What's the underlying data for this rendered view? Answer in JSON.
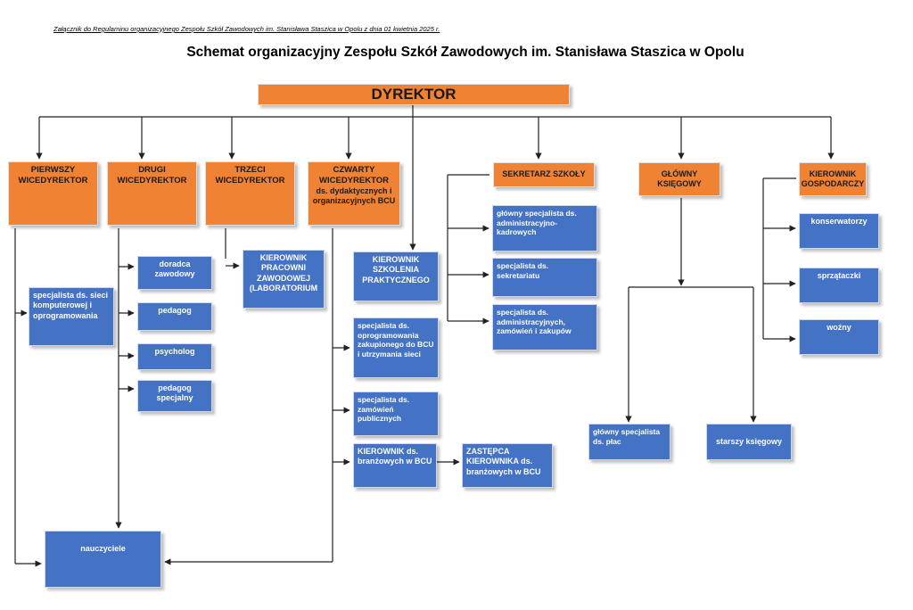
{
  "header": {
    "annex_note": "Załącznik do Regulaminu organizacyjnego Zespołu Szkół Zawodowych im. Stanisława Staszica w Opolu z dnia 01 kwietnia 2025 r.",
    "title": "Schemat organizacyjny Zespołu Szkół Zawodowych im. Stanisława Staszica w Opolu"
  },
  "colors": {
    "managerial": "#f08234",
    "staff": "#4472c4",
    "connector": "#222222"
  },
  "units": {
    "director": "DYREKTOR",
    "vp1": "PIERWSZY WICEDYREKTOR",
    "vp2": "DRUGI WICEDYREKTOR",
    "vp3": "TRZECI WICEDYREKTOR",
    "vp4_title": "CZWARTY WICEDYREKTOR",
    "vp4_sub": "ds. dydaktycznych i organizacyjnych BCU",
    "secretary": "SEKRETARZ SZKOŁY",
    "accountant": "GŁÓWNY KSIĘGOWY",
    "admin_manager": "KIEROWNIK GOSPODARCZY",
    "network_specialist": "specjalista ds. sieci komputerowej i oprogramowania",
    "career_advisor": "doradca zawodowy",
    "pedagogue": "pedagog",
    "psychologist": "psycholog",
    "special_pedagogue": "pedagog specjalny",
    "lab_manager": "KIEROWNIK PRACOWNI ZAWODOWEJ (LABORATORIUM",
    "training_manager": "KIEROWNIK SZKOLENIA PRAKTYCZNEGO",
    "software_specialist": "specjalista ds. oprogramowania zakupionego do BCU i utrzymania sieci",
    "procurement_specialist": "specjalista ds. zamówień publicznych",
    "industry_manager": "KIEROWNIK ds. branżowych w BCU",
    "deputy_industry_manager": "ZASTĘPCA KIEROWNIKA ds. branżowych w BCU",
    "hr_specialist": "główny specjalista ds. administracyjno-kadrowych",
    "secretariat_specialist": "specjalista ds. sekretariatu",
    "admin_specialist": "specjalista ds. administracyjnych, zamówień i zakupów",
    "payroll_specialist": "główny specjalista ds. płac",
    "senior_accountant": "starszy księgowy",
    "conservators": "konserwatorzy",
    "cleaners": "sprzątaczki",
    "janitor": "woźny",
    "teachers": "nauczyciele"
  }
}
